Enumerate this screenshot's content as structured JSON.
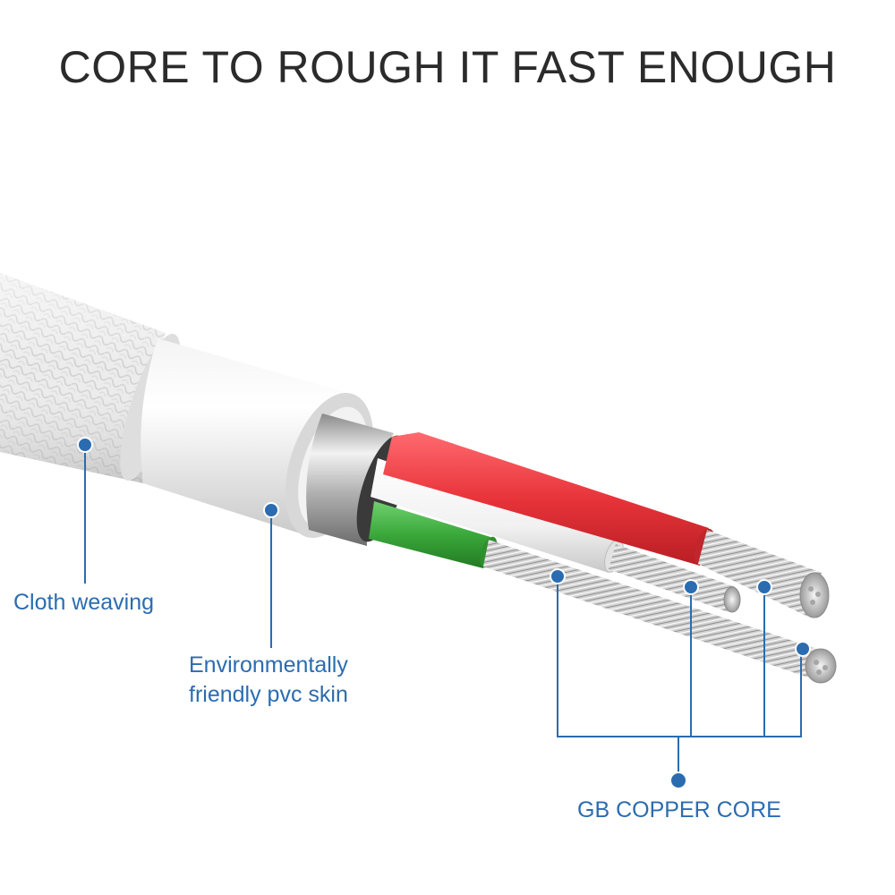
{
  "headline": "CORE TO ROUGH IT FAST ENOUGH",
  "labels": {
    "cloth_weaving": "Cloth weaving",
    "pvc_skin_line1": "Environmentally",
    "pvc_skin_line2": "friendly pvc skin",
    "copper_core": "GB COPPER CORE"
  },
  "colors": {
    "callout": "#2b6cb0",
    "headline": "#2b2b2b",
    "red_wire": "#e8333a",
    "white_wire": "#f5f5f5",
    "green_wire": "#3aa83a",
    "braid": "#e9e9e9"
  }
}
